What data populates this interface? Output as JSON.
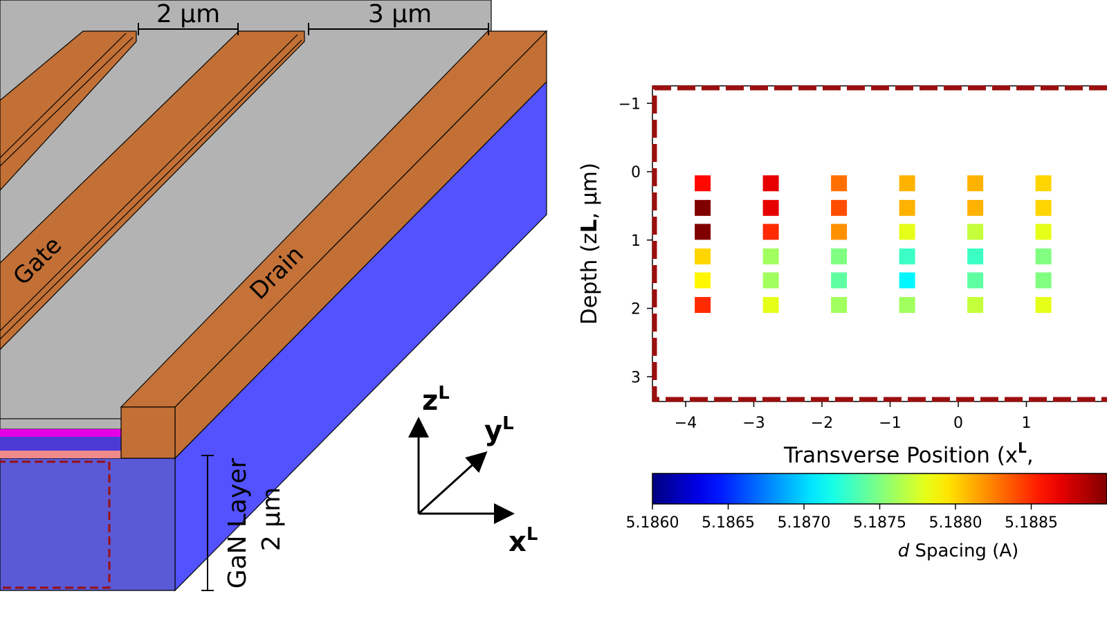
{
  "colors": {
    "electrode": "#c27035",
    "electrode_top": "#c47238",
    "channel": "#b3b3b3",
    "substrate_side": "#5252ff",
    "substrate_front": "#5a5ad6",
    "region_outline": "#9b0f0f",
    "axis_black": "#000000",
    "layer_magenta": "#e600e6",
    "layer_indigo": "#4b3bd4",
    "layer_salmon": "#f08a8a"
  },
  "device": {
    "gate_label": "Gate",
    "drain_label": "Drain",
    "gate_width_label": "2 µm",
    "gap_width_label": "3 µm",
    "layer_label": "GaN Layer",
    "layer_thickness_label": "2 µm"
  },
  "axes_triad": {
    "z_label": "z",
    "y_label": "y",
    "x_label": "x",
    "superscript": "L"
  },
  "chart_data": {
    "type": "scatter",
    "xlabel": "Transverse Position  (x",
    "xlabel_sup": "L",
    "xlabel_tail": ",",
    "ylabel": "Depth (z",
    "ylabel_sup": "L",
    "ylabel_tail": ", μm)",
    "xlim": [
      -4.5,
      2.0
    ],
    "ylim": [
      3.35,
      -1.25
    ],
    "y_inverted": true,
    "xticks": [
      -4,
      -3,
      -2,
      -1,
      0,
      1
    ],
    "xtick_labels": [
      "−4",
      "−3",
      "−2",
      "−1",
      "0",
      "1"
    ],
    "yticks": [
      -1,
      0,
      1,
      2,
      3
    ],
    "ytick_labels": [
      "−1",
      "0",
      "1",
      "2",
      "3"
    ],
    "colormap": "jet",
    "color_range": [
      5.186,
      5.189
    ],
    "colorbar_label_italic": "d",
    "colorbar_label": " Spacing (A)",
    "colorbar_ticks": [
      5.186,
      5.1865,
      5.187,
      5.1875,
      5.188,
      5.1885
    ],
    "colorbar_tick_labels": [
      "5.1860",
      "5.1865",
      "5.1870",
      "5.1875",
      "5.1880",
      "5.1885"
    ],
    "x": [
      -3.75,
      -2.75,
      -1.75,
      -0.75,
      0.25,
      1.25
    ],
    "depth": [
      0.17,
      0.53,
      0.88,
      1.24,
      1.59,
      1.95
    ],
    "d_spacing": [
      [
        5.1886,
        5.1887,
        5.1883,
        5.1881,
        5.1881,
        5.188
      ],
      [
        5.18905,
        5.1887,
        5.1884,
        5.1881,
        5.1881,
        5.188
      ],
      [
        5.18905,
        5.1885,
        5.1882,
        5.1878,
        5.1877,
        5.1878
      ],
      [
        5.188,
        5.1876,
        5.1875,
        5.1873,
        5.1873,
        5.1875
      ],
      [
        5.1879,
        5.1876,
        5.1874,
        5.1871,
        5.1874,
        5.1875
      ],
      [
        5.1885,
        5.1878,
        5.1876,
        5.1876,
        5.1877,
        5.1878
      ]
    ]
  }
}
